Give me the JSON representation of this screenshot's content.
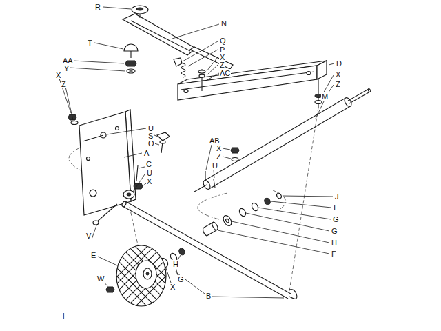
{
  "diagram": {
    "labels": [
      "R",
      "N",
      "T",
      "Q",
      "P",
      "X",
      "Z",
      "AC",
      "AA",
      "D",
      "Y",
      "X",
      "Z",
      "X",
      "Z",
      "M",
      "U",
      "S",
      "O",
      "AB",
      "X",
      "A",
      "Z",
      "C",
      "U",
      "U",
      "X",
      "J",
      "I",
      "G",
      "G",
      "V",
      "H",
      "F",
      "E",
      "H",
      "G",
      "X",
      "W",
      "B",
      "i"
    ]
  }
}
